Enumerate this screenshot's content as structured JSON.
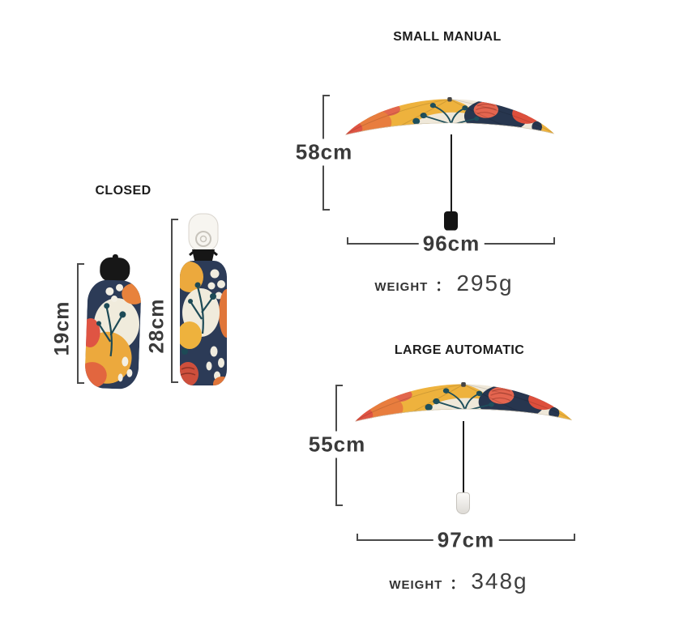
{
  "palette": {
    "navy": "#2c3b57",
    "yellow": "#eeb23d",
    "orange": "#e87d3e",
    "red": "#dd4f3c",
    "coral": "#e4654f",
    "cream": "#efe8d9",
    "teal_branch": "#1d4a56",
    "dimension_line": "#4a4a4a",
    "title_text": "#1c1c1c",
    "dimension_text": "#3a3a3a"
  },
  "closed_section": {
    "title": "CLOSED",
    "small_closed": {
      "length_label": "19cm"
    },
    "large_closed": {
      "length_label": "28cm"
    }
  },
  "small_manual": {
    "title": "SMALL MANUAL",
    "height_label": "58cm",
    "diameter_label": "96cm",
    "weight_label": "WEIGHT",
    "weight_separator": "：",
    "weight_value": "295g"
  },
  "large_automatic": {
    "title": "LARGE AUTOMATIC",
    "height_label": "55cm",
    "diameter_label": "97cm",
    "weight_label": "WEIGHT",
    "weight_separator": "：",
    "weight_value": "348g"
  }
}
